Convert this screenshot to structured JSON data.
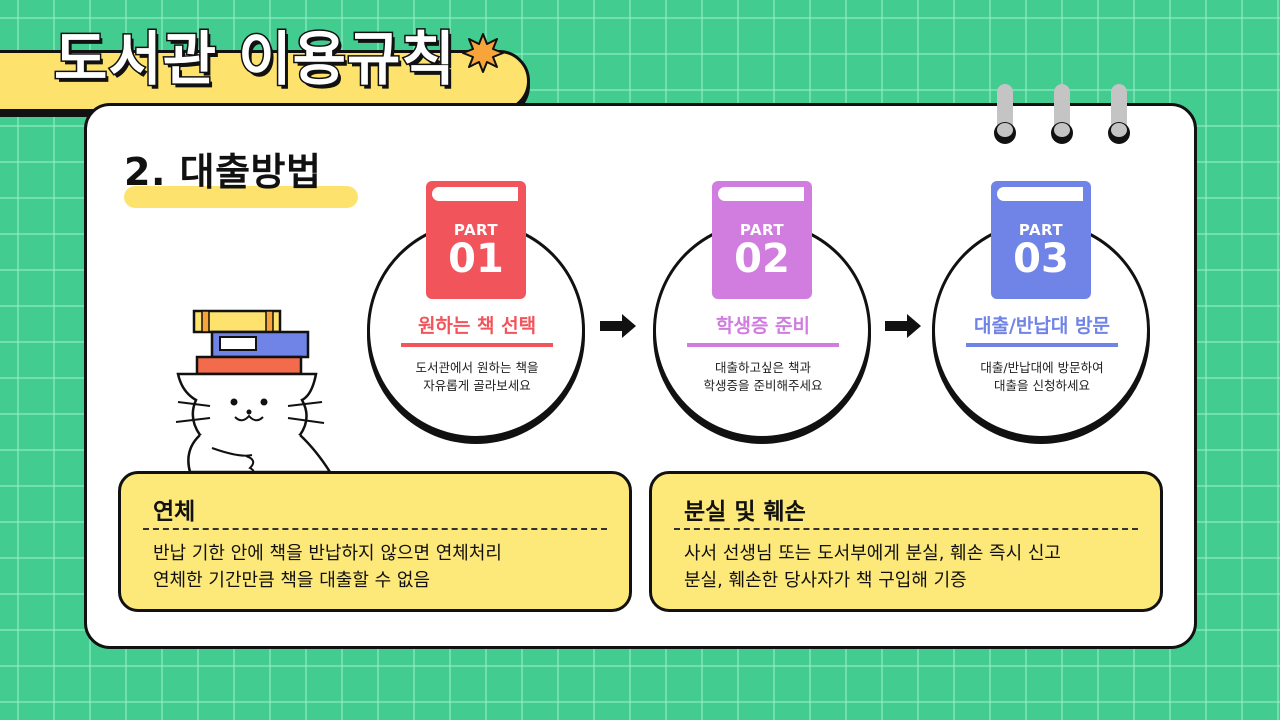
{
  "header": {
    "title": "도서관 이용규칙"
  },
  "section": {
    "title": "2. 대출방법"
  },
  "steps": [
    {
      "part_label": "PART",
      "number": "01",
      "title": "원하는 책 선택",
      "desc_line1": "도서관에서 원하는 책을",
      "desc_line2": "자유롭게 골라보세요",
      "color": "#f2545b"
    },
    {
      "part_label": "PART",
      "number": "02",
      "title": "학생증 준비",
      "desc_line1": "대출하고싶은 책과",
      "desc_line2": "학생증을 준비해주세요",
      "color": "#d17de0"
    },
    {
      "part_label": "PART",
      "number": "03",
      "title": "대출/반납대 방문",
      "desc_line1": "대출/반납대에 방문하여",
      "desc_line2": "대출을 신청하세요",
      "color": "#7083e6"
    }
  ],
  "info_boxes": [
    {
      "title": "연체",
      "lines": [
        "반납 기한 안에 책을 반납하지 않으면 연체처리",
        "연체한 기간만큼 책을 대출할 수 없음"
      ]
    },
    {
      "title": "분실 및 훼손",
      "lines": [
        "사서 선생님 또는 도서부에게 분실, 훼손 즉시 신고",
        "분실, 훼손한 당사자가 책 구입해 기증"
      ]
    }
  ],
  "colors": {
    "background": "#43cc8f",
    "banner": "#fde36e",
    "info_box": "#fde87a",
    "star": "#f7a43b"
  },
  "icons": [
    "star-icon",
    "book-icon",
    "arrow-right-icon",
    "cat-illustration",
    "binder-ring-icon"
  ]
}
